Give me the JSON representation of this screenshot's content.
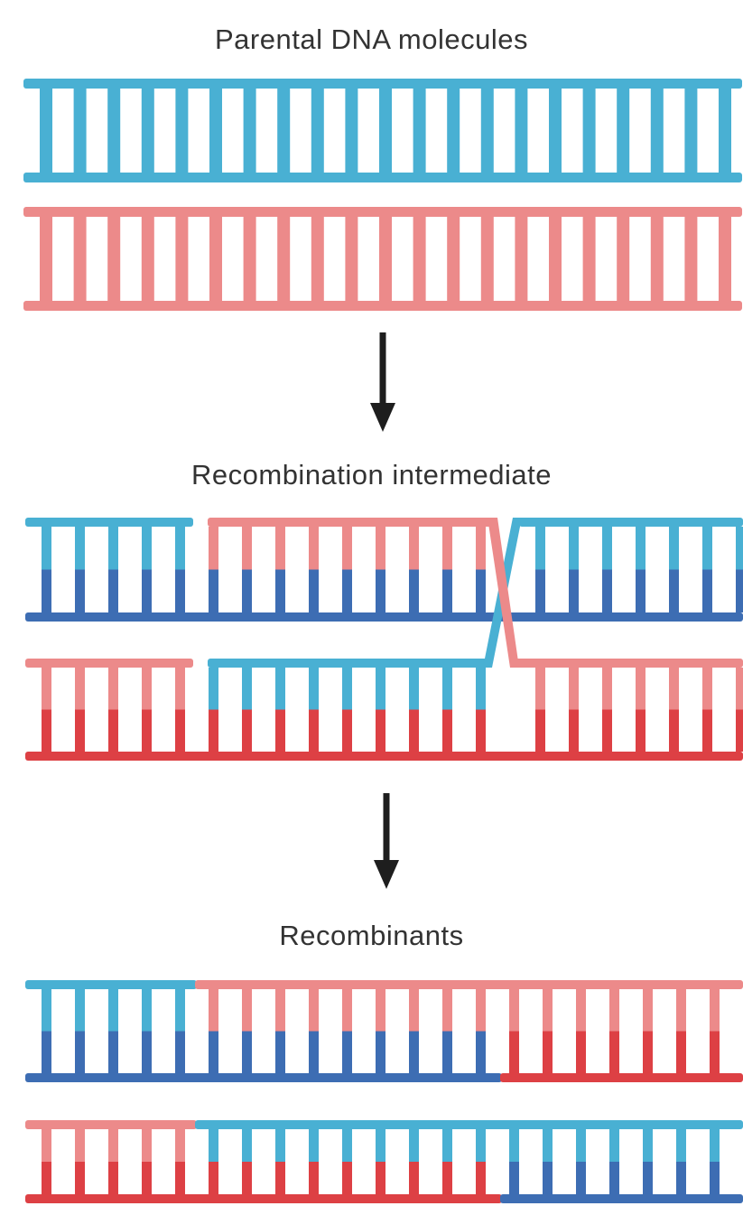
{
  "stages": {
    "parental": {
      "label": "Parental DNA molecules"
    },
    "intermediate": {
      "label": "Recombination intermediate"
    },
    "recombinants": {
      "label": "Recombinants"
    }
  },
  "colors": {
    "parent_a_light": "#49b0d3",
    "parent_a_dark": "#3d6db3",
    "parent_b_light": "#ec8a8a",
    "parent_b_dark": "#dd4044",
    "arrow": "#1e1e1e"
  },
  "icons": {
    "process_arrow": "down-arrow-icon"
  }
}
